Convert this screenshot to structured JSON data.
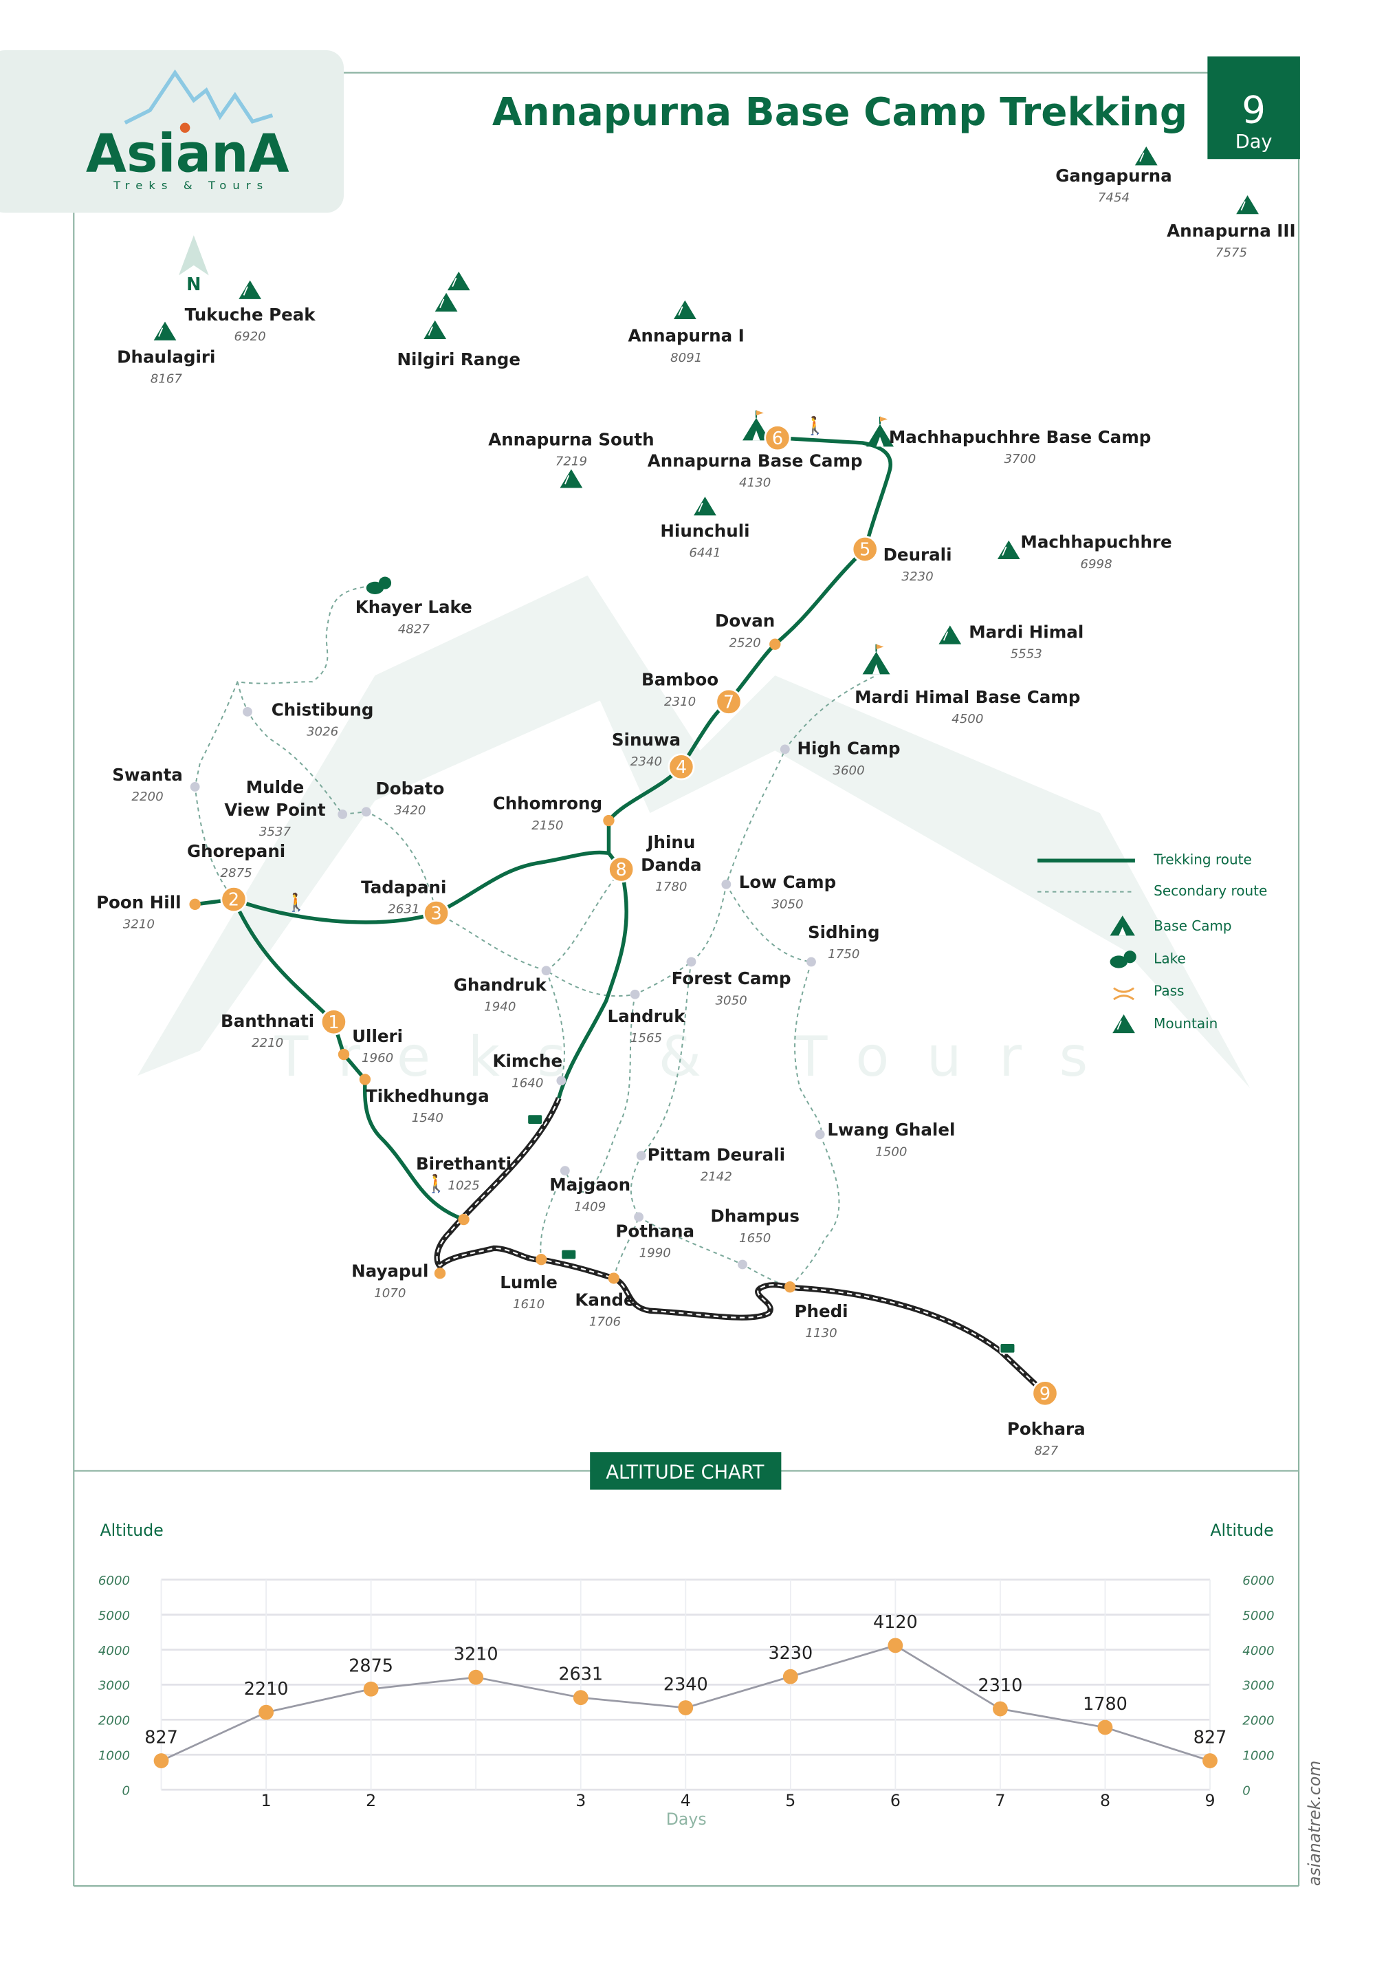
{
  "header": {
    "title": "Annapurna Base Camp Trekking",
    "days_number": "9",
    "days_label": "Day"
  },
  "logo": {
    "brand": "AsianA",
    "tagline": "Treks & Tours"
  },
  "compass": {
    "label": "N"
  },
  "website": "asianatrek.com",
  "watermark": {
    "brand": "AsianA",
    "tagline": "Treks & Tours"
  },
  "colors": {
    "primary": "#0a6a44",
    "accent": "#f0a54c",
    "route": "#0b6b45",
    "secondary": "#7aa89a",
    "road": "#222222"
  },
  "mountains": [
    {
      "name": "Gangapurna",
      "alt": "7454"
    },
    {
      "name": "Annapurna III",
      "alt": "7575"
    },
    {
      "name": "Tukuche Peak",
      "alt": "6920"
    },
    {
      "name": "Dhaulagiri",
      "alt": "8167"
    },
    {
      "name": "Nilgiri Range",
      "alt": ""
    },
    {
      "name": "Annapurna I",
      "alt": "8091"
    },
    {
      "name": "Annapurna South",
      "alt": "7219"
    },
    {
      "name": "Hiunchuli",
      "alt": "6441"
    },
    {
      "name": "Machhapuchhre",
      "alt": "6998"
    },
    {
      "name": "Mardi Himal",
      "alt": "5553"
    }
  ],
  "base_camps": [
    {
      "name": "Annapurna Base Camp",
      "alt": "4130"
    },
    {
      "name": "Machhapuchhre Base Camp",
      "alt": "3700"
    },
    {
      "name": "Mardi Himal Base Camp",
      "alt": "4500"
    }
  ],
  "lakes": [
    {
      "name": "Khayer Lake",
      "alt": "4827"
    }
  ],
  "places": [
    {
      "name": "Deurali",
      "alt": "3230",
      "stop": "5"
    },
    {
      "name": "Dovan",
      "alt": "2520",
      "stop": ""
    },
    {
      "name": "Bamboo",
      "alt": "2310",
      "stop": "7"
    },
    {
      "name": "Sinuwa",
      "alt": "2340",
      "stop": "4"
    },
    {
      "name": "Chhomrong",
      "alt": "2150",
      "stop": ""
    },
    {
      "name": "Jhinu Danda",
      "alt": "1780",
      "stop": "8"
    },
    {
      "name": "Tadapani",
      "alt": "2631",
      "stop": "3"
    },
    {
      "name": "Ghorepani",
      "alt": "2875",
      "stop": "2"
    },
    {
      "name": "Poon Hill",
      "alt": "3210",
      "stop": ""
    },
    {
      "name": "Banthnati",
      "alt": "2210",
      "stop": "1"
    },
    {
      "name": "Ulleri",
      "alt": "1960",
      "stop": ""
    },
    {
      "name": "Tikhedhunga",
      "alt": "1540",
      "stop": ""
    },
    {
      "name": "Birethanti",
      "alt": "1025",
      "stop": ""
    },
    {
      "name": "Nayapul",
      "alt": "1070",
      "stop": ""
    },
    {
      "name": "Lumle",
      "alt": "1610",
      "stop": ""
    },
    {
      "name": "Kande",
      "alt": "1706",
      "stop": ""
    },
    {
      "name": "Phedi",
      "alt": "1130",
      "stop": ""
    },
    {
      "name": "Pokhara",
      "alt": "827",
      "stop": "9"
    },
    {
      "name": "Chistibung",
      "alt": "3026",
      "stop": ""
    },
    {
      "name": "Swanta",
      "alt": "2200",
      "stop": ""
    },
    {
      "name": "Mulde View Point",
      "alt": "3537",
      "stop": ""
    },
    {
      "name": "Dobato",
      "alt": "3420",
      "stop": ""
    },
    {
      "name": "High Camp",
      "alt": "3600",
      "stop": ""
    },
    {
      "name": "Low Camp",
      "alt": "3050",
      "stop": ""
    },
    {
      "name": "Sidhing",
      "alt": "1750",
      "stop": ""
    },
    {
      "name": "Forest Camp",
      "alt": "3050",
      "stop": ""
    },
    {
      "name": "Ghandruk",
      "alt": "1940",
      "stop": ""
    },
    {
      "name": "Landruk",
      "alt": "1565",
      "stop": ""
    },
    {
      "name": "Kimche",
      "alt": "1640",
      "stop": ""
    },
    {
      "name": "Lwang Ghalel",
      "alt": "1500",
      "stop": ""
    },
    {
      "name": "Pittam Deurali",
      "alt": "2142",
      "stop": ""
    },
    {
      "name": "Majgaon",
      "alt": "1409",
      "stop": ""
    },
    {
      "name": "Pothana",
      "alt": "1990",
      "stop": ""
    },
    {
      "name": "Dhampus",
      "alt": "1650",
      "stop": ""
    }
  ],
  "extra_stop": "6",
  "legend": [
    {
      "label": "Trekking route",
      "icon": "trekking-route-line"
    },
    {
      "label": "Secondary route",
      "icon": "secondary-route-line"
    },
    {
      "label": "Base Camp",
      "icon": "tent-icon"
    },
    {
      "label": "Lake",
      "icon": "lake-icon"
    },
    {
      "label": "Pass",
      "icon": "pass-icon"
    },
    {
      "label": "Mountain",
      "icon": "mountain-icon"
    }
  ],
  "chart_data": {
    "type": "line",
    "title": "ALTITUDE CHART",
    "xlabel": "Days",
    "ylabel_left": "Altitude",
    "ylabel_right": "Altitude",
    "categories": [
      "",
      "1",
      "2",
      "",
      "3",
      "4",
      "5",
      "6",
      "7",
      "8",
      "9"
    ],
    "values": [
      827,
      2210,
      2875,
      3210,
      2631,
      2340,
      3230,
      4120,
      2310,
      1780,
      827
    ],
    "yticks": [
      "0",
      "1000",
      "2000",
      "3000",
      "4000",
      "5000",
      "6000"
    ],
    "ylim": [
      0,
      6000
    ],
    "grid": true
  }
}
